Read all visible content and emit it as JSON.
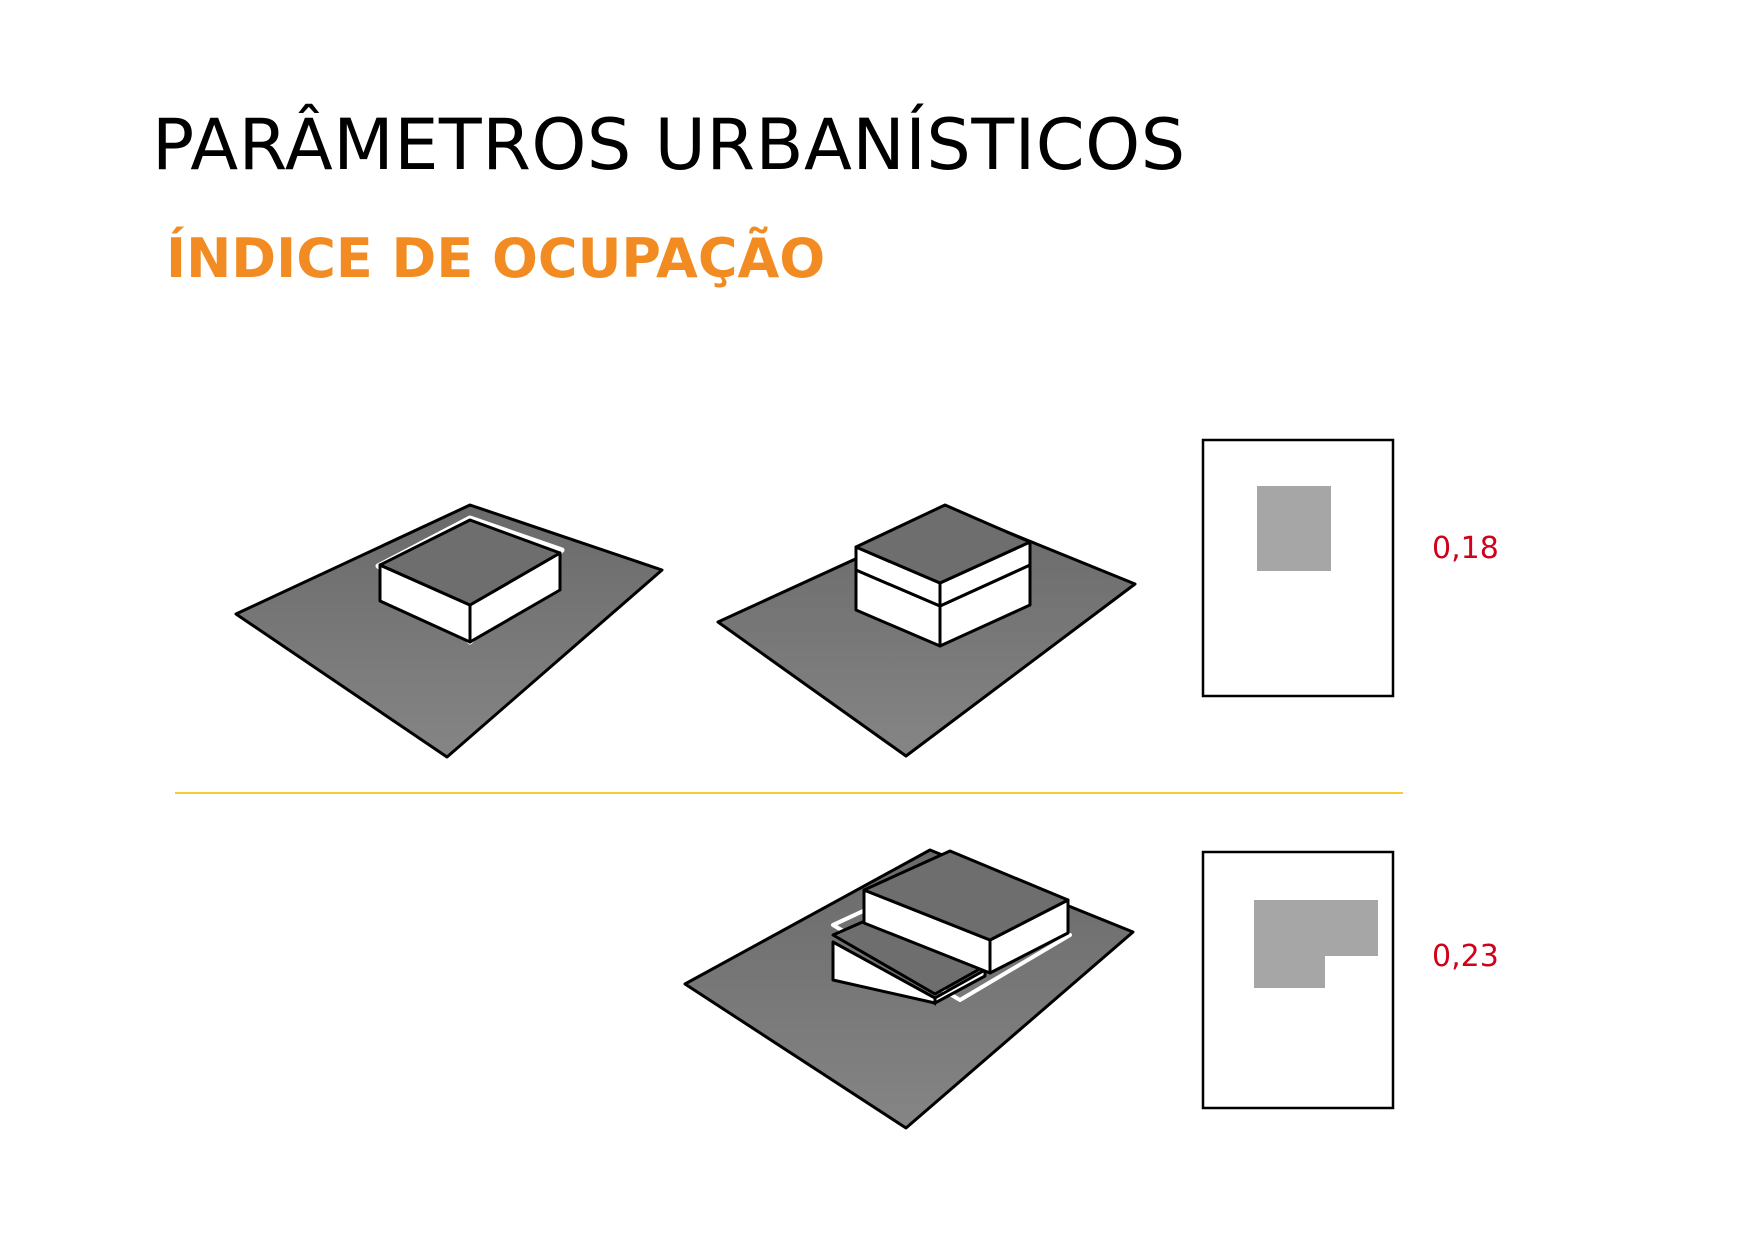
{
  "title": "PARÂMETROS URBANÍSTICOS",
  "subtitle": "ÍNDICE DE OCUPAÇÃO",
  "rows": [
    {
      "value": "0,18"
    },
    {
      "value": "0,23"
    }
  ],
  "colors": {
    "subtitle": "#f28c22",
    "value": "#d0021b",
    "divider": "#f5cb3a",
    "lot": "#7a7a7a",
    "roof": "#6e6e6e",
    "footprint": "#a6a6a6"
  }
}
